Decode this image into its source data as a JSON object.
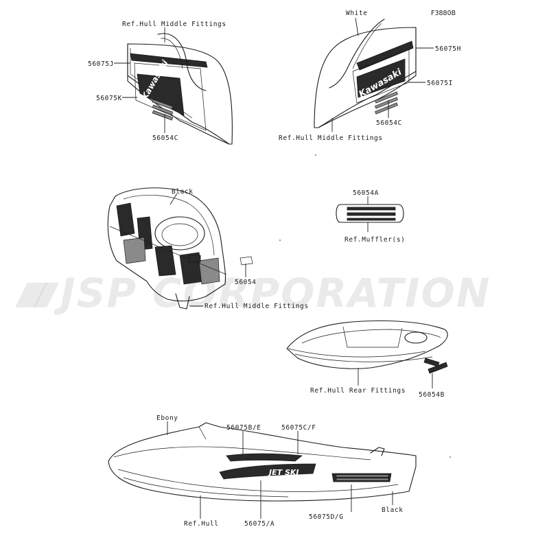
{
  "figure_code": "F3880B",
  "watermark": "JSP CORPORATION",
  "brand_text": "Kawasaki",
  "model_text": "JET SKI",
  "labels": [
    {
      "id": "ref-hull-middle-fittings-1",
      "text": "Ref.Hull Middle Fittings"
    },
    {
      "id": "56075J",
      "text": "56075J"
    },
    {
      "id": "56075K",
      "text": "56075K"
    },
    {
      "id": "56054C-left",
      "text": "56054C"
    },
    {
      "id": "white",
      "text": "White"
    },
    {
      "id": "56075H",
      "text": "56075H"
    },
    {
      "id": "56075I",
      "text": "56075I"
    },
    {
      "id": "56054C-right",
      "text": "56054C"
    },
    {
      "id": "ref-hull-middle-fittings-2",
      "text": "Ref.Hull Middle Fittings"
    },
    {
      "id": "black-1",
      "text": "Black"
    },
    {
      "id": "56054",
      "text": "56054"
    },
    {
      "id": "ref-hull-middle-fittings-3",
      "text": "Ref.Hull Middle Fittings"
    },
    {
      "id": "56054A",
      "text": "56054A"
    },
    {
      "id": "ref-mufflers",
      "text": "Ref.Muffler(s)"
    },
    {
      "id": "ref-hull-rear-fittings",
      "text": "Ref.Hull Rear Fittings"
    },
    {
      "id": "56054B",
      "text": "56054B"
    },
    {
      "id": "ebony",
      "text": "Ebony"
    },
    {
      "id": "56075BE",
      "text": "56075B/E"
    },
    {
      "id": "56075CF",
      "text": "56075C/F"
    },
    {
      "id": "ref-hull",
      "text": "Ref.Hull"
    },
    {
      "id": "56075A",
      "text": "56075/A"
    },
    {
      "id": "56075DG",
      "text": "56075D/G"
    },
    {
      "id": "black-2",
      "text": "Black"
    }
  ]
}
